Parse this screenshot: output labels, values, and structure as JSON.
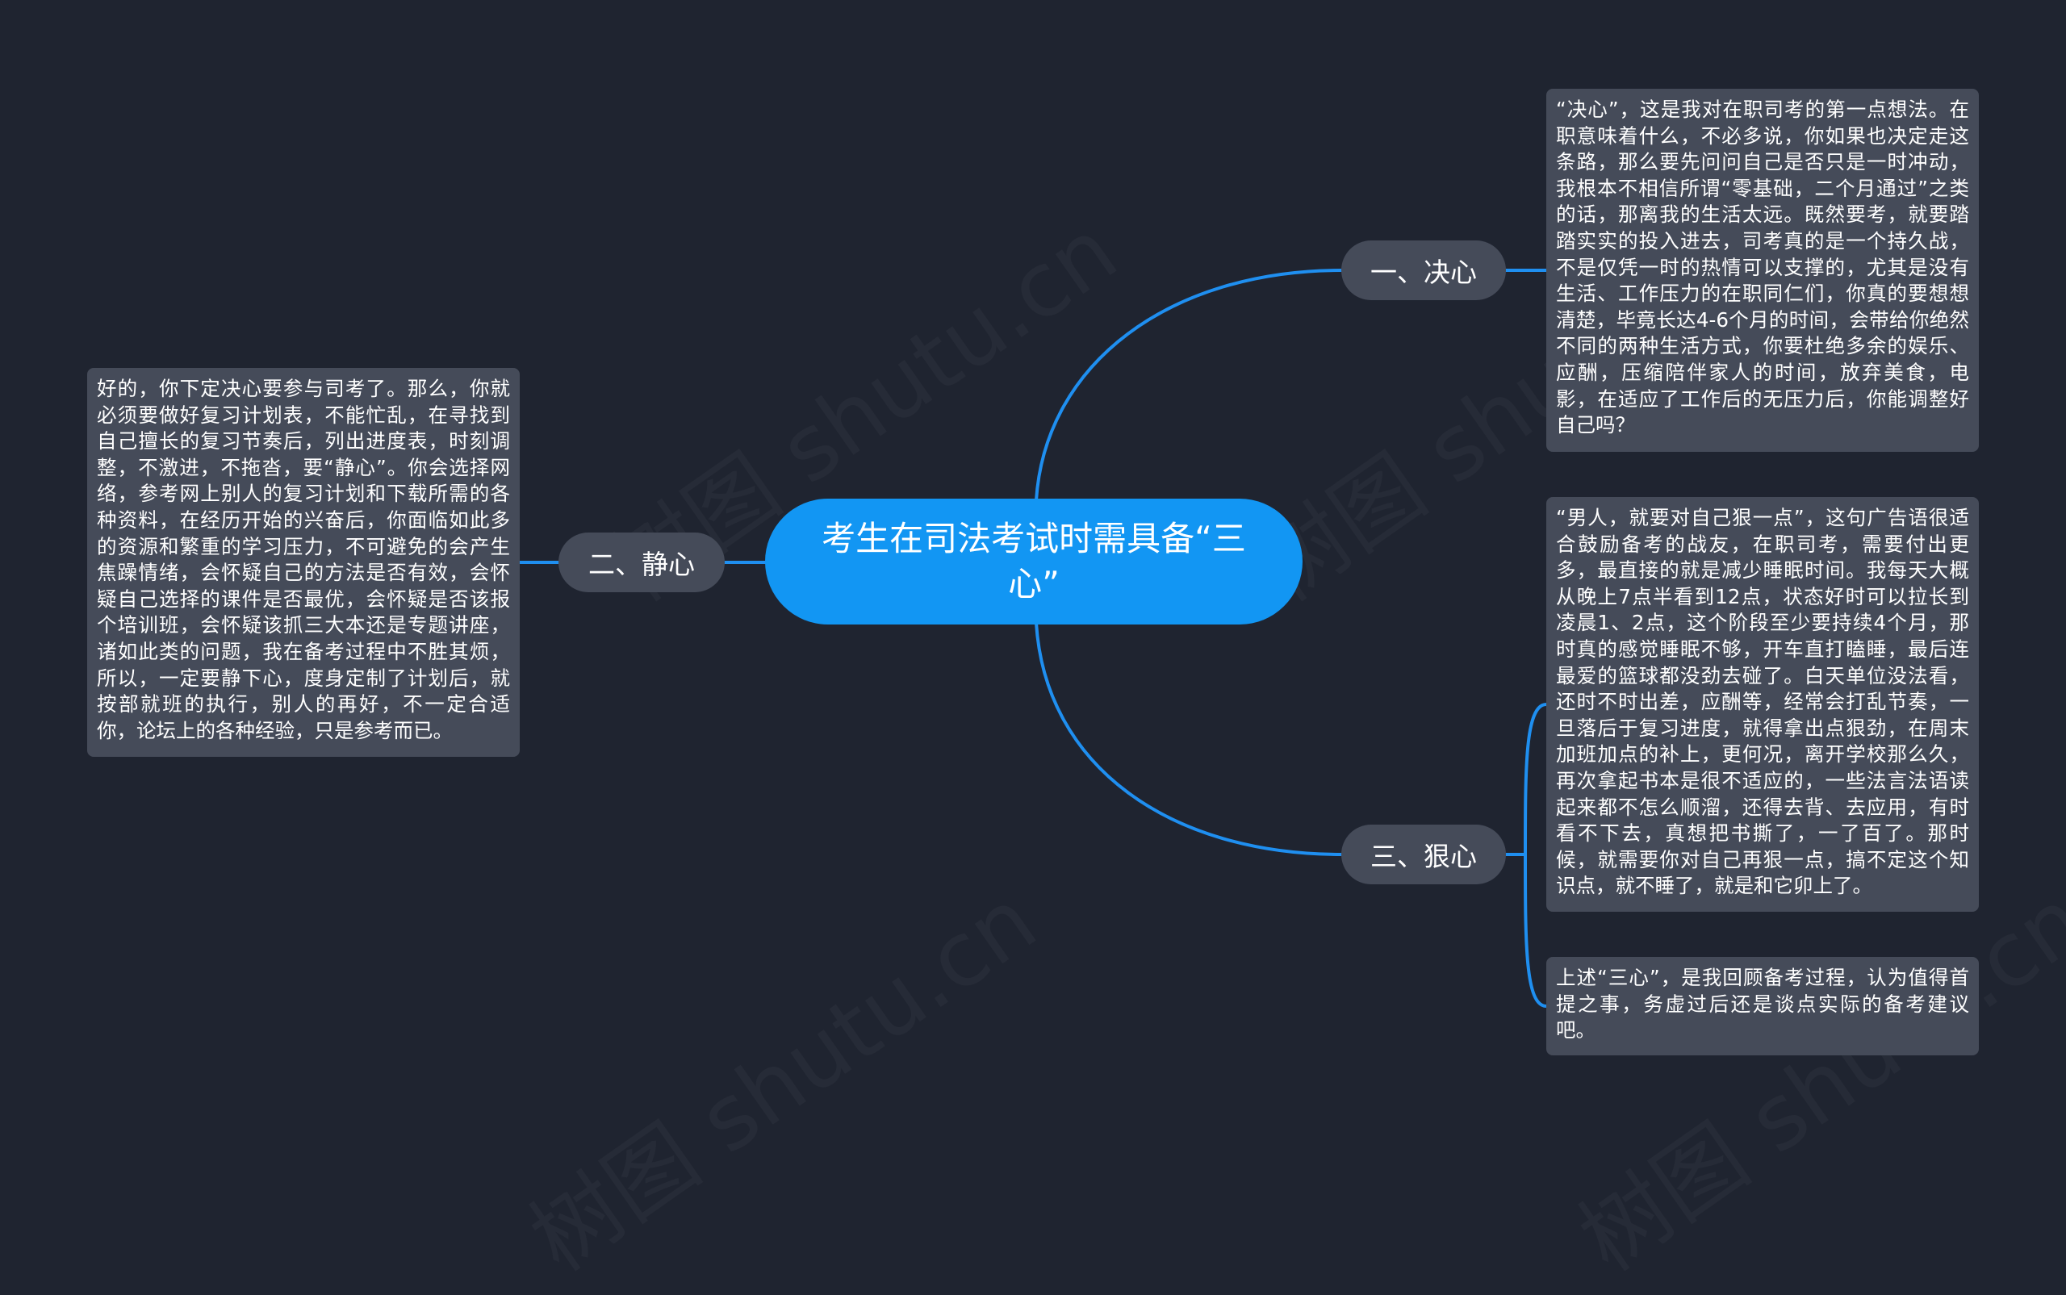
{
  "colors": {
    "background": "#1f2430",
    "central_fill": "#1296f3",
    "node_fill": "#454b59",
    "connector": "#1f8ff0",
    "text": "#ffffff"
  },
  "central": {
    "title": "考生在司法考试时需具备“三心”"
  },
  "branches": [
    {
      "label": "一、决心"
    },
    {
      "label": "二、静心"
    },
    {
      "label": "三、狠心"
    }
  ],
  "notes": [
    {
      "text": "“决心”，这是我对在职司考的第一点想法。在职意味着什么，不必多说，你如果也决定走这条路，那么要先问问自己是否只是一时冲动，我根本不相信所谓“零基础，二个月通过”之类的话，那离我的生活太远。既然要考，就要踏踏实实的投入进去，司考真的是一个持久战，不是仅凭一时的热情可以支撑的，尤其是没有生活、工作压力的在职同仁们，你真的要想想清楚，毕竟长达4-6个月的时间，会带给你绝然不同的两种生活方式，你要杜绝多余的娱乐、应酬，压缩陪伴家人的时间，放弃美食，电影，在适应了工作后的无压力后，你能调整好自己吗？"
    },
    {
      "text": "好的，你下定决心要参与司考了。那么，你就必须要做好复习计划表，不能忙乱，在寻找到自己擅长的复习节奏后，列出进度表，时刻调整，不激进，不拖沓，要“静心”。你会选择网络，参考网上别人的复习计划和下载所需的各种资料，在经历开始的兴奋后，你面临如此多的资源和繁重的学习压力，不可避免的会产生焦躁情绪，会怀疑自己的方法是否有效，会怀疑自己选择的课件是否最优，会怀疑是否该报个培训班，会怀疑该抓三大本还是专题讲座，诸如此类的问题，我在备考过程中不胜其烦，所以，一定要静下心，度身定制了计划后，就按部就班的执行，别人的再好，不一定合适你，论坛上的各种经验，只是参考而已。"
    },
    {
      "text": "“男人，就要对自己狠一点”，这句广告语很适合鼓励备考的战友，在职司考，需要付出更多，最直接的就是减少睡眠时间。我每天大概从晚上7点半看到12点，状态好时可以拉长到凌晨1、2点，这个阶段至少要持续4个月，那时真的感觉睡眠不够，开车直打瞌睡，最后连最爱的篮球都没劲去碰了。白天单位没法看，还时不时出差，应酬等，经常会打乱节奏，一旦落后于复习进度，就得拿出点狠劲，在周末加班加点的补上，更何况，离开学校那么久，再次拿起书本是很不适应的，一些法言法语读起来都不怎么顺溜，还得去背、去应用，有时看不下去，真想把书撕了，一了百了。那时候，就需要你对自己再狠一点，搞不定这个知识点，就不睡了，就是和它卯上了。"
    },
    {
      "text": "上述“三心”，是我回顾备考过程，认为值得首提之事，务虚过后还是谈点实际的备考建议吧。"
    }
  ]
}
